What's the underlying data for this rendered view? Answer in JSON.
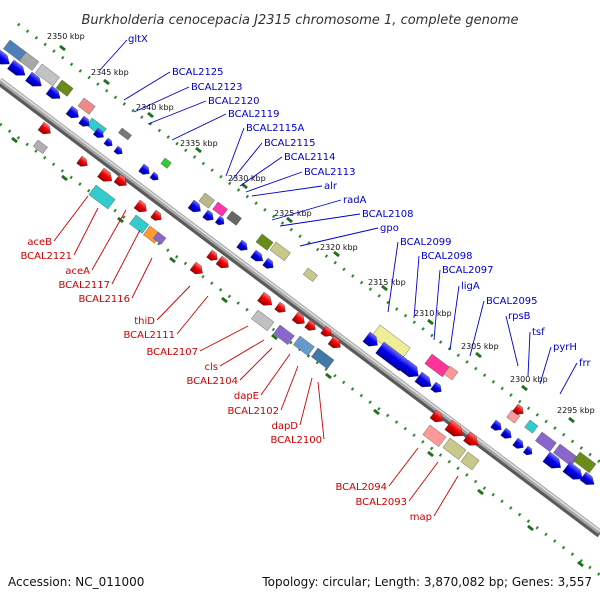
{
  "title": "Burkholderia cenocepacia J2315 chromosome 1, complete genome",
  "footer": {
    "accession": "Accession: NC_011000",
    "summary": "Topology: circular; Length: 3,870,082 bp; Genes: 3,557"
  },
  "colors": {
    "backbone": "#8c8c8c",
    "tick_green": "#2a8a2a",
    "forward_genes": "#0000ee",
    "reverse_genes": "#ee0000",
    "top_labels": "#0000cc",
    "bottom_labels": "#cc0000"
  },
  "kbp_markers": [
    "2350 kbp",
    "2345 kbp",
    "2340 kbp",
    "2335 kbp",
    "2330 kbp",
    "2325 kbp",
    "2320 kbp",
    "2315 kbp",
    "2310 kbp",
    "2305 kbp",
    "2300 kbp",
    "2295 kbp"
  ],
  "top_genes": [
    "gltX",
    "BCAL2125",
    "BCAL2123",
    "BCAL2120",
    "BCAL2119",
    "BCAL2115A",
    "BCAL2115",
    "BCAL2114",
    "BCAL2113",
    "alr",
    "radA",
    "BCAL2108",
    "gpo",
    "BCAL2099",
    "BCAL2098",
    "BCAL2097",
    "ligA",
    "BCAL2095",
    "rpsB",
    "tsf",
    "pyrH",
    "frr"
  ],
  "bottom_genes": [
    "aceB",
    "BCAL2121",
    "aceA",
    "BCAL2117",
    "BCAL2116",
    "thiD",
    "BCAL2111",
    "BCAL2107",
    "cls",
    "BCAL2104",
    "dapE",
    "BCAL2102",
    "dapD",
    "BCAL2100",
    "BCAL2094",
    "BCAL2093",
    "map"
  ]
}
